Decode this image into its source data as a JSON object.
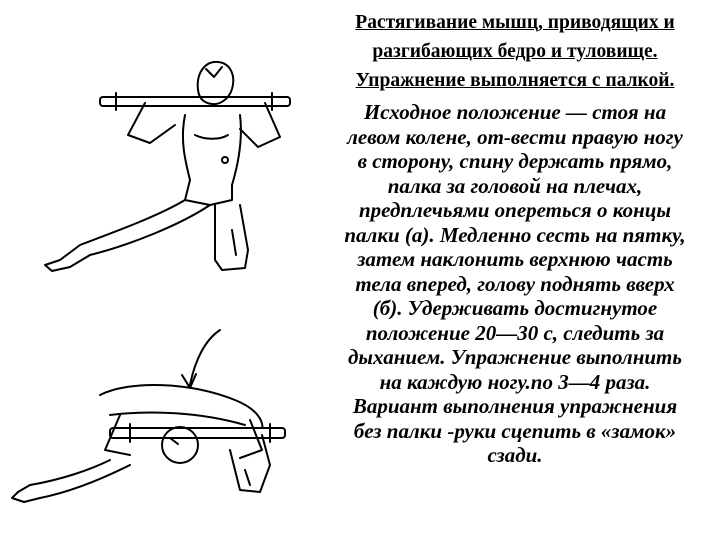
{
  "title_lines": [
    "Растягивание мышц, приводящих и",
    "разгибающих  бедро и туловище.",
    "Упражнение выполняется с палкой."
  ],
  "body_lines": [
    "Исходное положение — стоя на",
    "левом колене, от-вести правую ногу",
    "в сторону, спину держать прямо,",
    "палка за головой на плечах,",
    "предплечьями опереться о концы",
    "палки (а). Медленно сесть на пятку,",
    "затем наклонить верхнюю часть",
    "тела вперед, голову поднять вверх",
    "(б). Удерживать достигнутое",
    "положение 20—30 с, следить за",
    "дыханием. Упражнение выполнить",
    "на каждую ногу.по 3—4 раза.",
    "Вариант выполнения упражнения",
    "без палки -руки сцепить в «замок»",
    "сзади."
  ]
}
